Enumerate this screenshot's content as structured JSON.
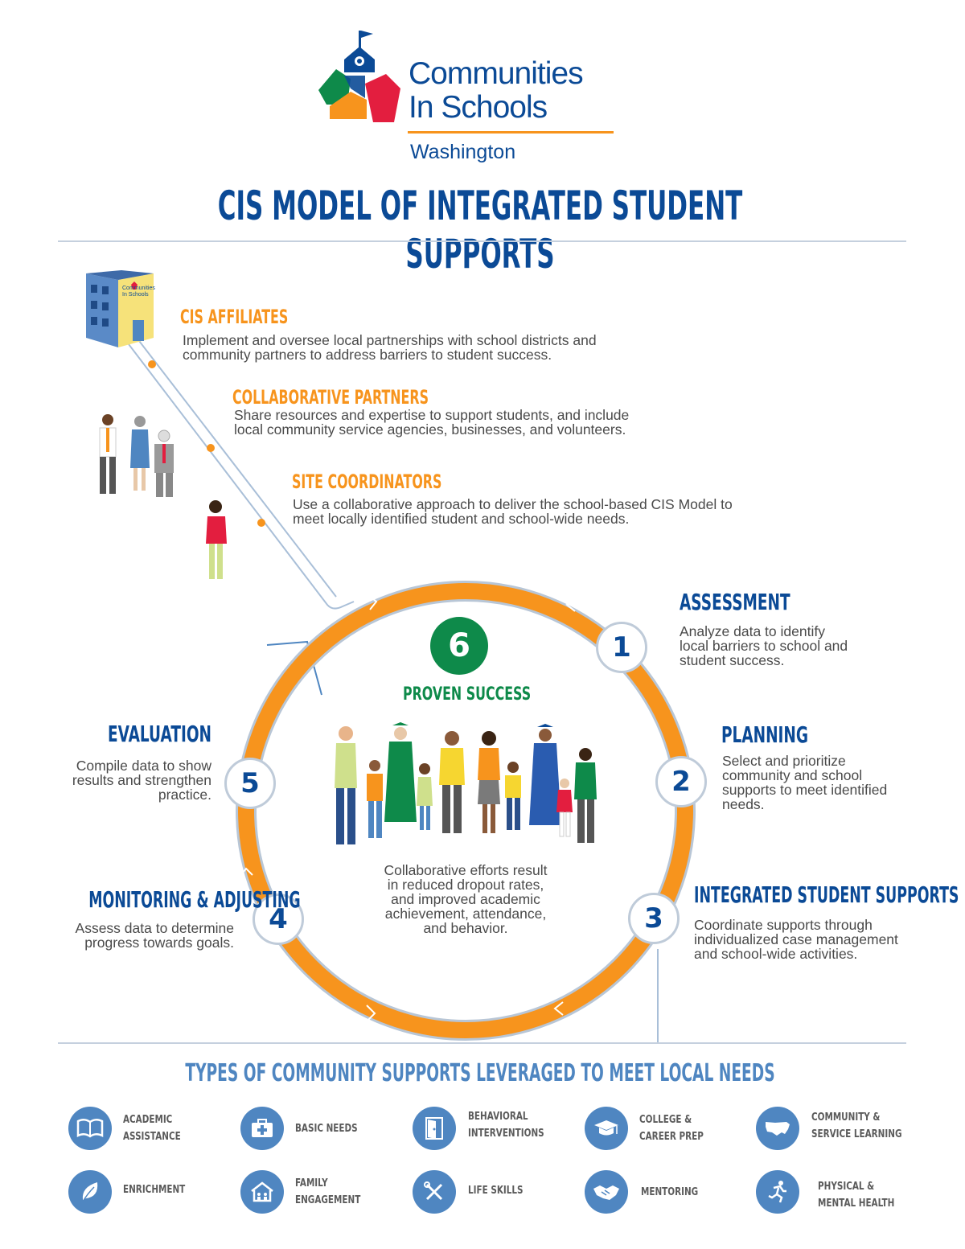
{
  "logo": {
    "line1": "Communities",
    "line2": "In Schools",
    "region": "Washington",
    "colors": {
      "blue": "#0b4a96",
      "green": "#0e8a4a",
      "orange": "#f7941d",
      "red": "#e31e3f"
    }
  },
  "title": "CIS MODEL OF INTEGRATED STUDENT SUPPORTS",
  "roles": [
    {
      "heading": "CIS AFFILIATES",
      "text": [
        "Implement and oversee local partnerships with school districts and",
        "community partners to address barriers to student success."
      ]
    },
    {
      "heading": "COLLABORATIVE PARTNERS",
      "text": [
        "Share resources and expertise to support students, and include",
        "local community service agencies, businesses, and volunteers."
      ]
    },
    {
      "heading": "SITE COORDINATORS",
      "text": [
        "Use a collaborative approach to deliver the school-based CIS Model to",
        "meet locally identified student and school-wide needs."
      ]
    }
  ],
  "building_sign": [
    "Communities",
    "In Schools"
  ],
  "steps": [
    {
      "number": "1",
      "heading": "ASSESSMENT",
      "text": [
        "Analyze data to identify",
        "local barriers to school and",
        "student success."
      ]
    },
    {
      "number": "2",
      "heading": "PLANNING",
      "text": [
        "Select and prioritize",
        "community and school",
        "supports to meet identified",
        "needs."
      ]
    },
    {
      "number": "3",
      "heading": "INTEGRATED STUDENT SUPPORTS",
      "text": [
        "Coordinate supports through",
        "individualized case management",
        "and school-wide activities."
      ]
    },
    {
      "number": "4",
      "heading": "MONITORING & ADJUSTING",
      "text": [
        "Assess data to determine",
        "progress towards goals."
      ]
    },
    {
      "number": "5",
      "heading": "EVALUATION",
      "text": [
        "Compile data to show",
        "results and strengthen",
        "practice."
      ]
    }
  ],
  "center": {
    "number": "6",
    "heading": "PROVEN SUCCESS",
    "text": [
      "Collaborative efforts result",
      "in reduced dropout rates,",
      "and improved academic",
      "achievement, attendance,",
      "and behavior."
    ]
  },
  "supports_title": "TYPES OF COMMUNITY SUPPORTS LEVERAGED TO MEET LOCAL NEEDS",
  "supports": [
    {
      "icon": "book-icon",
      "label": [
        "ACADEMIC",
        "ASSISTANCE"
      ]
    },
    {
      "icon": "first-aid-kit-icon",
      "label": [
        "BASIC NEEDS"
      ]
    },
    {
      "icon": "door-icon",
      "label": [
        "BEHAVIORAL",
        "INTERVENTIONS"
      ]
    },
    {
      "icon": "graduation-cap-icon",
      "label": [
        "COLLEGE &",
        "CAREER PREP"
      ]
    },
    {
      "icon": "usa-map-icon",
      "label": [
        "COMMUNITY &",
        "SERVICE LEARNING"
      ]
    },
    {
      "icon": "leaf-icon",
      "label": [
        "ENRICHMENT"
      ]
    },
    {
      "icon": "house-icon",
      "label": [
        "FAMILY",
        "ENGAGEMENT"
      ]
    },
    {
      "icon": "tools-icon",
      "label": [
        "LIFE SKILLS"
      ]
    },
    {
      "icon": "handshake-icon",
      "label": [
        "MENTORING"
      ]
    },
    {
      "icon": "runner-icon",
      "label": [
        "PHYSICAL &",
        "MENTAL HEALTH"
      ]
    }
  ]
}
